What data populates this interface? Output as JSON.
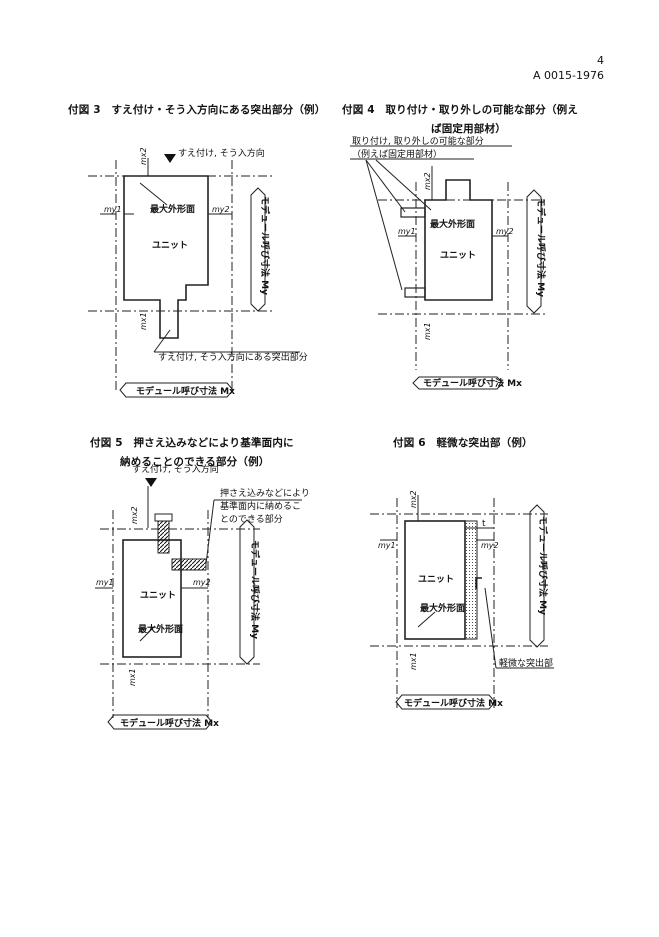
{
  "header": {
    "page_number": "4",
    "standard_number": "A 0015-1976"
  },
  "fig3": {
    "caption": "付図 3　すえ付け・そう入方向にある突出部分（例）",
    "insert_direction": "すえ付け, そう入方向",
    "max_outline": "最大外形面",
    "unit": "ユニット",
    "protrusion": "すえ付け, そう入方向にある突出部分",
    "dim_x": "モデュール呼び寸法 Mx",
    "dim_y": "モデュール呼び寸法 My",
    "m_x1": "mx1",
    "m_x2": "mx2",
    "m_y1": "my1",
    "m_y2": "my2"
  },
  "fig4": {
    "caption_line1": "付図 4　取り付け・取り外しの可能な部分（例え",
    "caption_line2": "ば固定用部材）",
    "callout_line1": "取り付け, 取り外しの可能な部分",
    "callout_line2": "（例えば固定用部材）",
    "max_outline": "最大外形面",
    "unit": "ユニット",
    "dim_x": "モデュール呼び寸法 Mx",
    "dim_y": "モデュール呼び寸法 My",
    "m_x1": "mx1",
    "m_x2": "mx2",
    "m_y1": "my1",
    "m_y2": "my2"
  },
  "fig5": {
    "caption_line1": "付図 5　押さえ込みなどにより基準面内に",
    "caption_line2": "納めることのできる部分（例）",
    "insert_direction": "すえ付け, そう入方向",
    "callout_line1": "押さえ込みなどにより",
    "callout_line2": "基準面内に納めるこ",
    "callout_line3": "とのできる部分",
    "unit": "ユニット",
    "max_outline": "最大外形面",
    "dim_x": "モデュール呼び寸法 Mx",
    "dim_y": "モデュール呼び寸法 My",
    "m_x1": "mx1",
    "m_x2": "mx2",
    "m_y1": "my1",
    "m_y2": "my2"
  },
  "fig6": {
    "caption": "付図 6　軽微な突出部（例）",
    "t_label": "t",
    "unit": "ユニット",
    "max_outline": "最大外形面",
    "minor_protrusion": "軽微な突出部",
    "dim_x": "モデュール呼び寸法 Mx",
    "dim_y": "モデュール呼び寸法 My",
    "m_x1": "mx1",
    "m_x2": "mx2",
    "m_y1": "my1",
    "m_y2": "my2"
  }
}
